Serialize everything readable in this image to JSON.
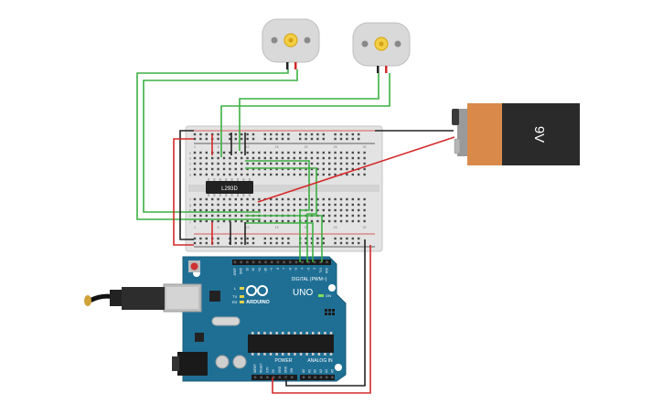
{
  "battery": {
    "label": "9V"
  },
  "chip": {
    "label": "L293D"
  },
  "arduino": {
    "brand": "ARDUINO",
    "model": "UNO",
    "on_label": "ON",
    "digital_label": "DIGITAL (PWM~)",
    "power_label": "POWER",
    "analog_label": "ANALOG IN",
    "led_tx": "TX",
    "led_rx": "RX",
    "led_l": "L",
    "digital_pins": [
      "AREF",
      "GND",
      "13",
      "12",
      "~11",
      "~10",
      "~9",
      "8",
      "7",
      "~6",
      "~5",
      "4",
      "~3",
      "2",
      "TX1",
      "RX0"
    ],
    "power_pins": [
      "IOREF",
      "RESET",
      "3.3V",
      "5V",
      "GND",
      "GND",
      "VIN"
    ],
    "analog_pins": [
      "A0",
      "A1",
      "A2",
      "A3",
      "A4",
      "A5"
    ]
  },
  "breadboard": {
    "column_numbers": [
      "1",
      "5",
      "10",
      "15",
      "20",
      "25",
      "30"
    ],
    "row_letters_top": [
      "a",
      "b",
      "c",
      "d",
      "e"
    ],
    "row_letters_bottom": [
      "f",
      "g",
      "h",
      "i",
      "j"
    ]
  },
  "colors": {
    "wire_green": "#3cb043",
    "wire_red": "#d42a2a",
    "wire_black": "#222222",
    "board_blue": "#1f6f95",
    "battery_orange": "#d98a4a",
    "battery_black": "#2a2a2a"
  }
}
